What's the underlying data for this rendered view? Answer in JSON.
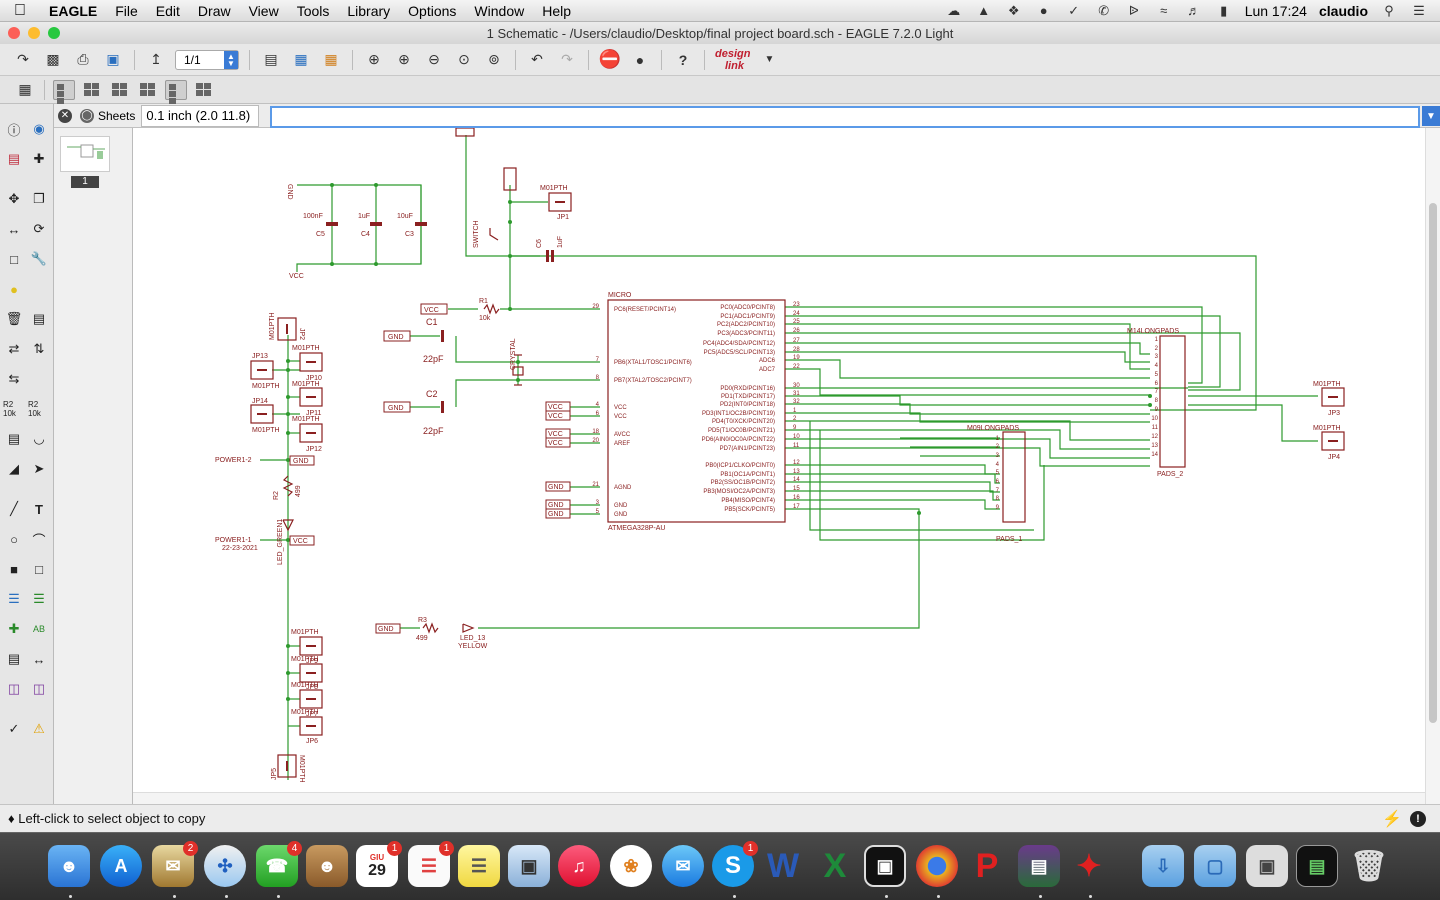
{
  "menubar": {
    "app": "EAGLE",
    "items": [
      "File",
      "Edit",
      "Draw",
      "View",
      "Tools",
      "Library",
      "Options",
      "Window",
      "Help"
    ],
    "clock": "Lun 17:24",
    "user": "claudio"
  },
  "window": {
    "title": "1 Schematic - /Users/claudio/Desktop/final project board.sch - EAGLE 7.2.0 Light"
  },
  "toolbar": {
    "page": "1/1",
    "designlink_top": "design",
    "designlink_bottom": "link"
  },
  "cmdbar": {
    "sheets_label": "Sheets",
    "grid_coord": "0.1 inch (2.0 11.8)",
    "command": ""
  },
  "sheets": {
    "page_number": "1"
  },
  "status": {
    "message": "♦ Left-click to select object to copy"
  },
  "dock": {
    "badges": {
      "mail": "2",
      "facetime": "4",
      "calendar": "1",
      "reminders": "1",
      "skype": "1"
    },
    "calendar_month": "GIU",
    "calendar_day": "29"
  },
  "schematic": {
    "labels": {
      "gnd": "GND",
      "vcc": "VCC",
      "c5": "C5",
      "c4": "C4",
      "c3": "C3",
      "c5v": "100nF",
      "c4v": "1uF",
      "c3v": "10uF",
      "m01": "M01PTH",
      "jp1": "JP1",
      "jp2": "JP2",
      "jp3": "JP3",
      "jp4": "JP4",
      "jp5": "JP5",
      "jp6": "JP6",
      "jp7": "JP7",
      "jp8": "JP8",
      "jp9": "JP9",
      "jp10": "JP10",
      "jp11": "JP11",
      "jp12": "JP12",
      "jp13": "JP13",
      "jp14": "JP14",
      "switch": "SWITCH",
      "r1": "R1",
      "r1v": "10k",
      "c1": "C1",
      "c2": "C2",
      "cap22": "22pF",
      "crystal": "CRYSTAL",
      "c6": "C6",
      "c6v": "1uF",
      "micro": "MICRO",
      "ic": "ATMEGA328P-AU",
      "m14": "M14LONGPADS",
      "pads2": "PADS_2",
      "m09": "M09LONGPADS",
      "pads1": "PADS_1",
      "power12": "POWER1-2",
      "power11": "POWER1-1",
      "date": "22-23-2021",
      "r2": "R2",
      "r2v": "499",
      "led": "LED_GREEN1",
      "r3": "R3",
      "r3v": "499",
      "led13": "LED_13",
      "yellow": "YELLOW"
    },
    "pins_left": [
      {
        "num": "29",
        "name": "PC6(RESET/PCINT14)"
      },
      {
        "num": "7",
        "name": "PB6(XTAL1/TOSC1/PCINT6)"
      },
      {
        "num": "8",
        "name": "PB7(XTAL2/TOSC2/PCINT7)"
      },
      {
        "num": "4",
        "name": "VCC"
      },
      {
        "num": "6",
        "name": "VCC"
      },
      {
        "num": "18",
        "name": "AVCC"
      },
      {
        "num": "20",
        "name": "AREF"
      },
      {
        "num": "21",
        "name": "AGND"
      },
      {
        "num": "3",
        "name": "GND"
      },
      {
        "num": "5",
        "name": "GND"
      }
    ],
    "pins_right": [
      {
        "num": "23",
        "name": "PC0(ADC0/PCINT8)"
      },
      {
        "num": "24",
        "name": "PC1(ADC1/PCINT9)"
      },
      {
        "num": "25",
        "name": "PC2(ADC2/PCINT10)"
      },
      {
        "num": "26",
        "name": "PC3(ADC3/PCINT11)"
      },
      {
        "num": "27",
        "name": "PC4(ADC4/SDA/PCINT12)"
      },
      {
        "num": "28",
        "name": "PC5(ADC5/SCL/PCINT13)"
      },
      {
        "num": "19",
        "name": "ADC6"
      },
      {
        "num": "22",
        "name": "ADC7"
      },
      {
        "num": "30",
        "name": "PD0(RXD/PCINT16)"
      },
      {
        "num": "31",
        "name": "PD1(TXD/PCINT17)"
      },
      {
        "num": "32",
        "name": "PD2(INT0/PCINT18)"
      },
      {
        "num": "1",
        "name": "PD3(INT1/OC2B/PCINT19)"
      },
      {
        "num": "2",
        "name": "PD4(T0/XCK/PCINT20)"
      },
      {
        "num": "9",
        "name": "PD5(T1/OC0B/PCINT21)"
      },
      {
        "num": "10",
        "name": "PD6(AIN0/OC0A/PCINT22)"
      },
      {
        "num": "11",
        "name": "PD7(AIN1/PCINT23)"
      },
      {
        "num": "12",
        "name": "PB0(ICP1/CLKO/PCINT0)"
      },
      {
        "num": "13",
        "name": "PB1(OC1A/PCINT1)"
      },
      {
        "num": "14",
        "name": "PB2(SS/OC1B/PCINT2)"
      },
      {
        "num": "15",
        "name": "PB3(MOSI/OC2A/PCINT3)"
      },
      {
        "num": "16",
        "name": "PB4(MISO/PCINT4)"
      },
      {
        "num": "17",
        "name": "PB5(SCK/PCINT5)"
      }
    ],
    "pads14": [
      "1",
      "2",
      "3",
      "4",
      "5",
      "6",
      "7",
      "8",
      "9",
      "10",
      "11",
      "12",
      "13",
      "14"
    ],
    "pads9": [
      "1",
      "2",
      "3",
      "4",
      "5",
      "6",
      "7",
      "8",
      "9"
    ]
  }
}
